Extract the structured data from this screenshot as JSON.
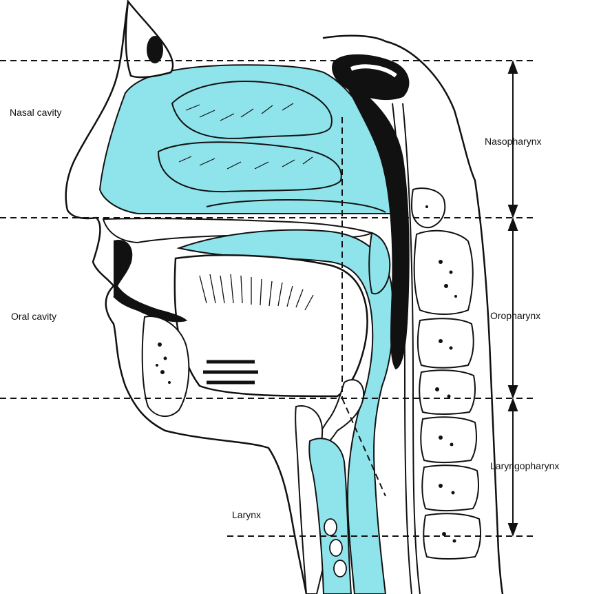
{
  "labels": {
    "nasal_cavity": "Nasal cavity",
    "oral_cavity": "Oral cavity",
    "larynx": "Larynx",
    "nasopharynx": "Nasopharynx",
    "oropharynx": "Oropharynx",
    "laryngopharynx": "Laryngopharynx"
  },
  "colors": {
    "airway_fill": "#8fe3ea",
    "outline": "#111111",
    "bone_fill": "#ffffff",
    "tissue_dark": "#111111"
  }
}
